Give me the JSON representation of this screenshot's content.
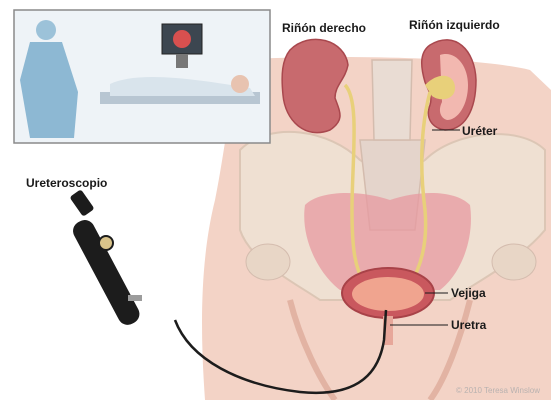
{
  "labels": {
    "kidney_right": "Riñón derecho",
    "kidney_left": "Riñón izquierdo",
    "ureter": "Uréter",
    "ureteroscope": "Ureteroscopio",
    "bladder": "Vejiga",
    "urethra": "Uretra"
  },
  "credit": "© 2010 Teresa Winslow",
  "colors": {
    "skin": "#f3d3c6",
    "skin_shadow": "#e2b3a3",
    "bone": "#efe0d2",
    "kidney": "#c86a6e",
    "kidney_inner": "#f2b8b0",
    "ureter": "#e8d07a",
    "bladder": "#c9585e",
    "bladder_inner": "#f0a48f",
    "scope": "#1c1c1c",
    "inset_border": "#8a8a8a"
  },
  "inset": {
    "description_icons": [
      "surgeon-figure",
      "patient-figure",
      "monitor-icon"
    ]
  }
}
